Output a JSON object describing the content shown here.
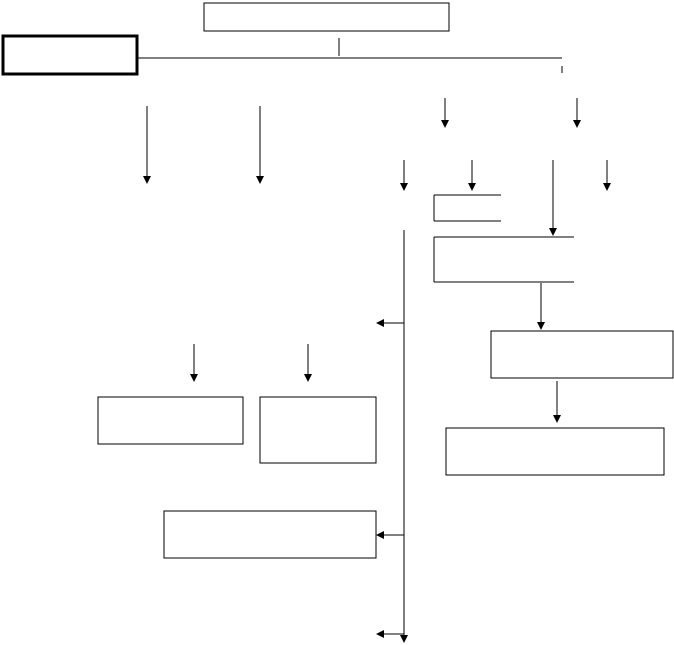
{
  "diagram": {
    "type": "flowchart",
    "line_color": "#000000",
    "background_color": "#ffffff",
    "boxes": [
      {
        "id": "top-box",
        "label": ""
      },
      {
        "id": "left-bold-box",
        "label": ""
      },
      {
        "id": "small-right-box",
        "label": ""
      },
      {
        "id": "right-open-box",
        "label": ""
      },
      {
        "id": "right-mid-box",
        "label": ""
      },
      {
        "id": "right-lower-box",
        "label": ""
      },
      {
        "id": "left-lower-box-1",
        "label": ""
      },
      {
        "id": "left-lower-box-2",
        "label": ""
      },
      {
        "id": "bottom-wide-box",
        "label": ""
      }
    ]
  }
}
